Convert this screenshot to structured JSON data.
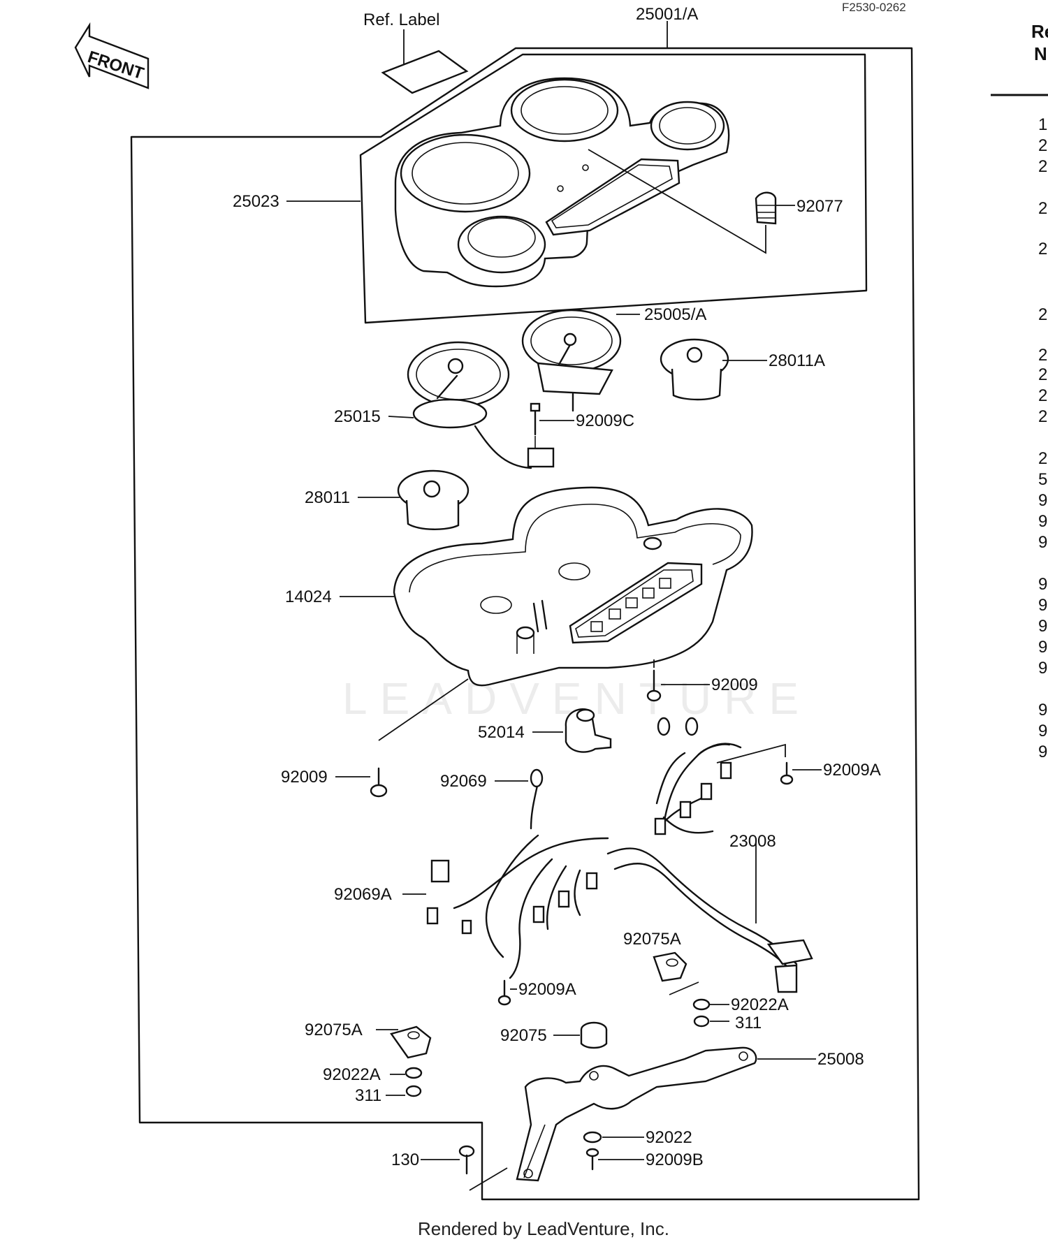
{
  "drawing_code": "F2530-0262",
  "front_label": "FRONT",
  "watermark": "LEADVENTURE",
  "credit": "Rendered by LeadVenture, Inc.",
  "ref_header": [
    "Re",
    "N"
  ],
  "ref_fragments": [
    "1",
    "2",
    "2",
    "2",
    "2",
    "2",
    "2",
    "2",
    "2",
    "2",
    "2",
    "5",
    "9",
    "9",
    "9",
    "9",
    "9",
    "9",
    "9",
    "9",
    "9",
    "9",
    "9"
  ],
  "callouts": {
    "ref_label": "Ref. Label",
    "c25001a": "25001/A",
    "c25023": "25023",
    "c92077": "92077",
    "c25005a": "25005/A",
    "c28011a": "28011A",
    "c25015": "25015",
    "c92009c": "92009C",
    "c28011": "28011",
    "c14024": "14024",
    "c92009_right": "92009",
    "c52014": "52014",
    "c92009_left": "92009",
    "c92069": "92069",
    "c92009a_top": "92009A",
    "c23008": "23008",
    "c92069a": "92069A",
    "c92075a_mid": "92075A",
    "c92009a_low": "92009A",
    "c92022a_mid": "92022A",
    "c311_mid": "311",
    "c92075a_left": "92075A",
    "c92075": "92075",
    "c25008": "25008",
    "c92022a_left": "92022A",
    "c311_left": "311",
    "c92022": "92022",
    "c130": "130",
    "c92009b": "92009B"
  }
}
